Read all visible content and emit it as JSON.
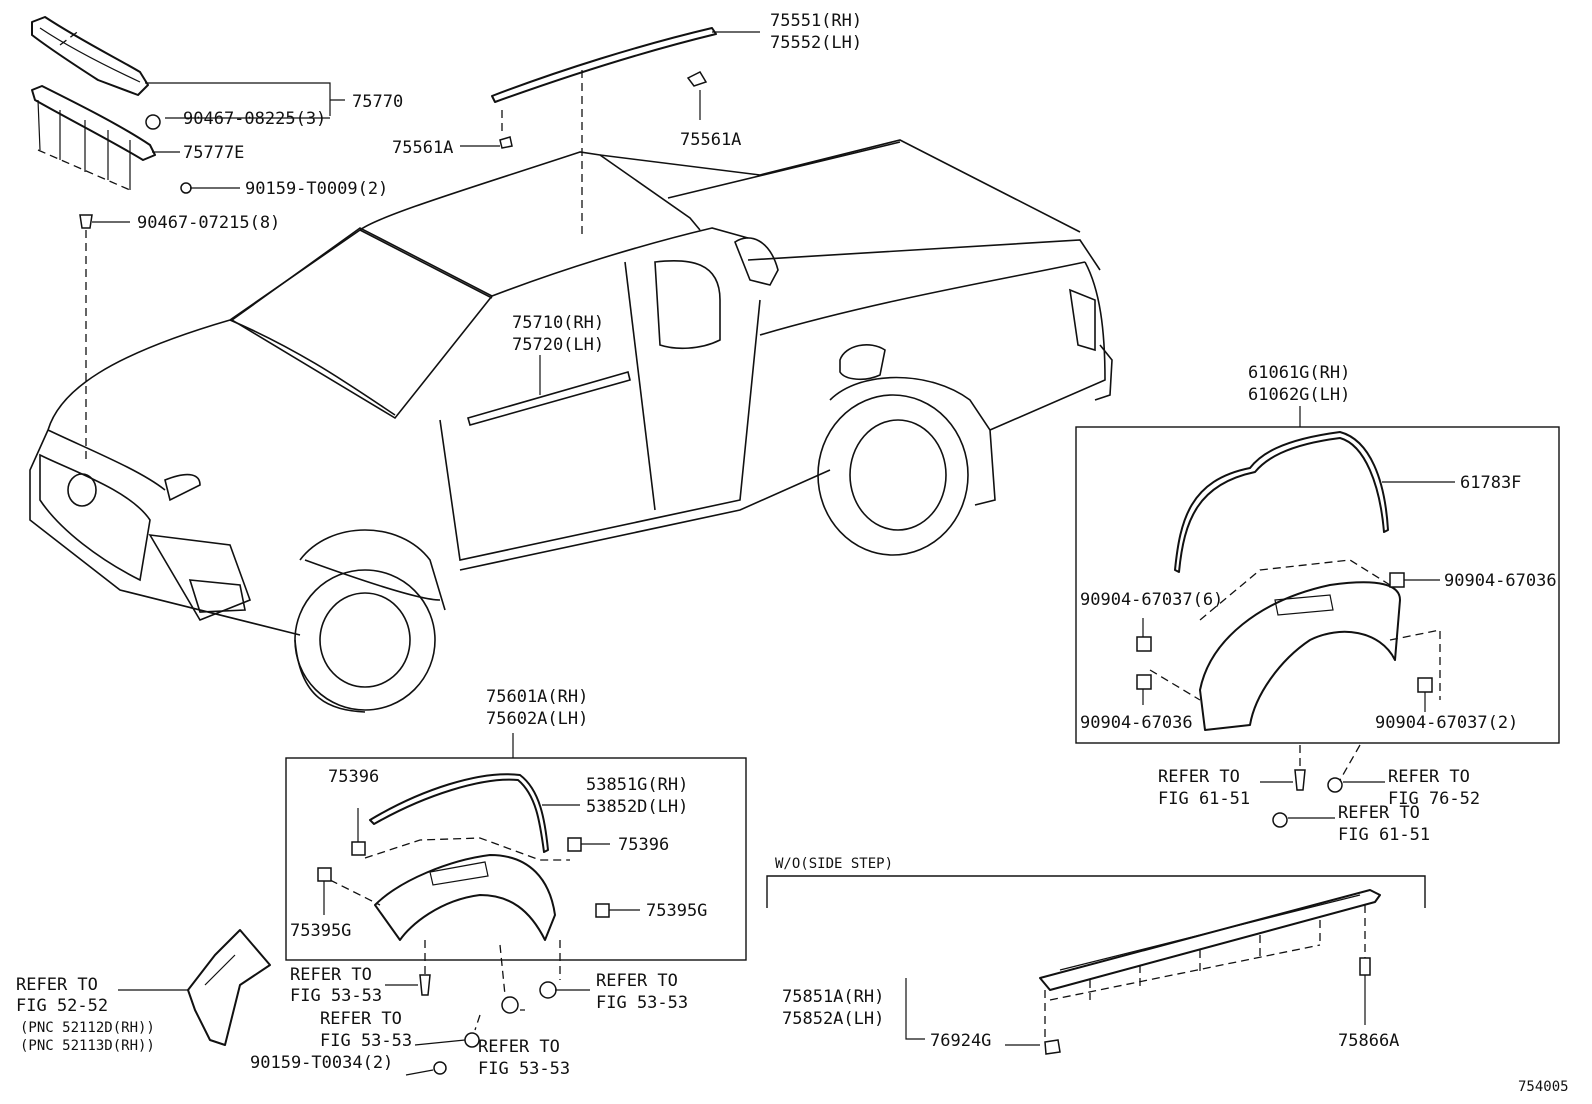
{
  "diagram": {
    "figure_number": "754005",
    "section_label": "W/O(SIDE STEP)",
    "labels": {
      "l75551": "75551(RH)",
      "l75552": "75552(LH)",
      "l75561a_left": "75561A",
      "l75561a_right": "75561A",
      "l75770": "75770",
      "l90467_08225": "90467-08225(3)",
      "l75777e": "75777E",
      "l90159_t0009": "90159-T0009(2)",
      "l90467_07215": "90467-07215(8)",
      "l75710": "75710(RH)",
      "l75720": "75720(LH)",
      "l61061g": "61061G(RH)",
      "l61062g": "61062G(LH)",
      "l61783f": "61783F",
      "l90904_67037_6": "90904-67037(6)",
      "l90904_67036_right": "90904-67036",
      "l90904_67036_left": "90904-67036",
      "l90904_67037_2": "90904-67037(2)",
      "ref_61_51_a_1": "REFER TO",
      "ref_61_51_a_2": "FIG 61-51",
      "ref_76_52_1": "REFER TO",
      "ref_76_52_2": "FIG 76-52",
      "ref_61_51_b_1": "REFER TO",
      "ref_61_51_b_2": "FIG 61-51",
      "l75601a": "75601A(RH)",
      "l75602a": "75602A(LH)",
      "l75396_left": "75396",
      "l53851g": "53851G(RH)",
      "l53852d": "53852D(LH)",
      "l75396_right": "75396",
      "l75395g_right": "75395G",
      "l75395g_left": "75395G",
      "ref_53_53_a_1": "REFER TO",
      "ref_53_53_a_2": "FIG 53-53",
      "ref_53_53_b_1": "REFER TO",
      "ref_53_53_b_2": "FIG 53-53",
      "ref_53_53_c_1": "REFER TO",
      "ref_53_53_c_2": "FIG 53-53",
      "ref_53_53_d_1": "REFER TO",
      "ref_53_53_d_2": "FIG 53-53",
      "l90159_t0034": "90159-T0034(2)",
      "ref_52_52_1": "REFER TO",
      "ref_52_52_2": "FIG 52-52",
      "pnc_52112d": "(PNC 52112D(RH))",
      "pnc_52113d": "(PNC 52113D(RH))",
      "l75851a": "75851A(RH)",
      "l75852a": "75852A(LH)",
      "l76924g": "76924G",
      "l75866a": "75866A"
    }
  }
}
